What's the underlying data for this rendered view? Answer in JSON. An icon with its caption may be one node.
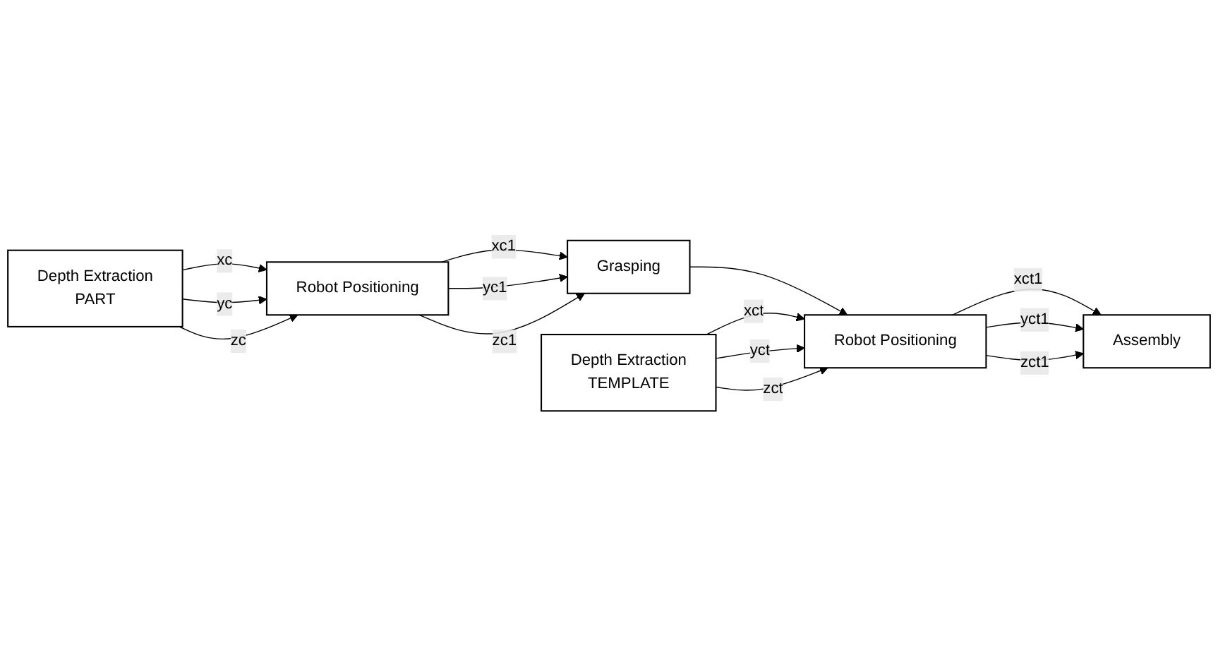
{
  "diagram": {
    "nodes": [
      {
        "text": [
          "Depth Extraction",
          "PART"
        ]
      },
      {
        "text": [
          "Robot Positioning"
        ]
      },
      {
        "text": [
          "Grasping"
        ]
      },
      {
        "text": [
          "Depth Extraction",
          "TEMPLATE"
        ]
      },
      {
        "text": [
          "Robot Positioning"
        ]
      },
      {
        "text": [
          "Assembly"
        ]
      }
    ],
    "edges": [
      {
        "from": 0,
        "to": 1,
        "arrow": "to",
        "label": "xc"
      },
      {
        "from": 0,
        "to": 1,
        "arrow": "to",
        "label": "yc"
      },
      {
        "from": 0,
        "to": 1,
        "arrow": "to",
        "label": "zc"
      },
      {
        "from": 1,
        "to": 2,
        "arrow": "to",
        "label": "xc1"
      },
      {
        "from": 1,
        "to": 2,
        "arrow": "to",
        "label": "yc1"
      },
      {
        "from": 1,
        "to": 2,
        "arrow": "to",
        "label": "zc1"
      },
      {
        "from": 2,
        "to": 4,
        "arrow": "to"
      },
      {
        "from": 3,
        "to": 4,
        "arrow": "to",
        "label": "xct"
      },
      {
        "from": 3,
        "to": 4,
        "arrow": "to",
        "label": "yct"
      },
      {
        "from": 3,
        "to": 4,
        "arrow": "to",
        "label": "zct"
      },
      {
        "from": 4,
        "to": 5,
        "arrow": "to",
        "label": "xct1"
      },
      {
        "from": 4,
        "to": 5,
        "arrow": "to",
        "label": "yct1"
      },
      {
        "from": 4,
        "to": 5,
        "arrow": "to",
        "label": "zct1"
      }
    ]
  }
}
